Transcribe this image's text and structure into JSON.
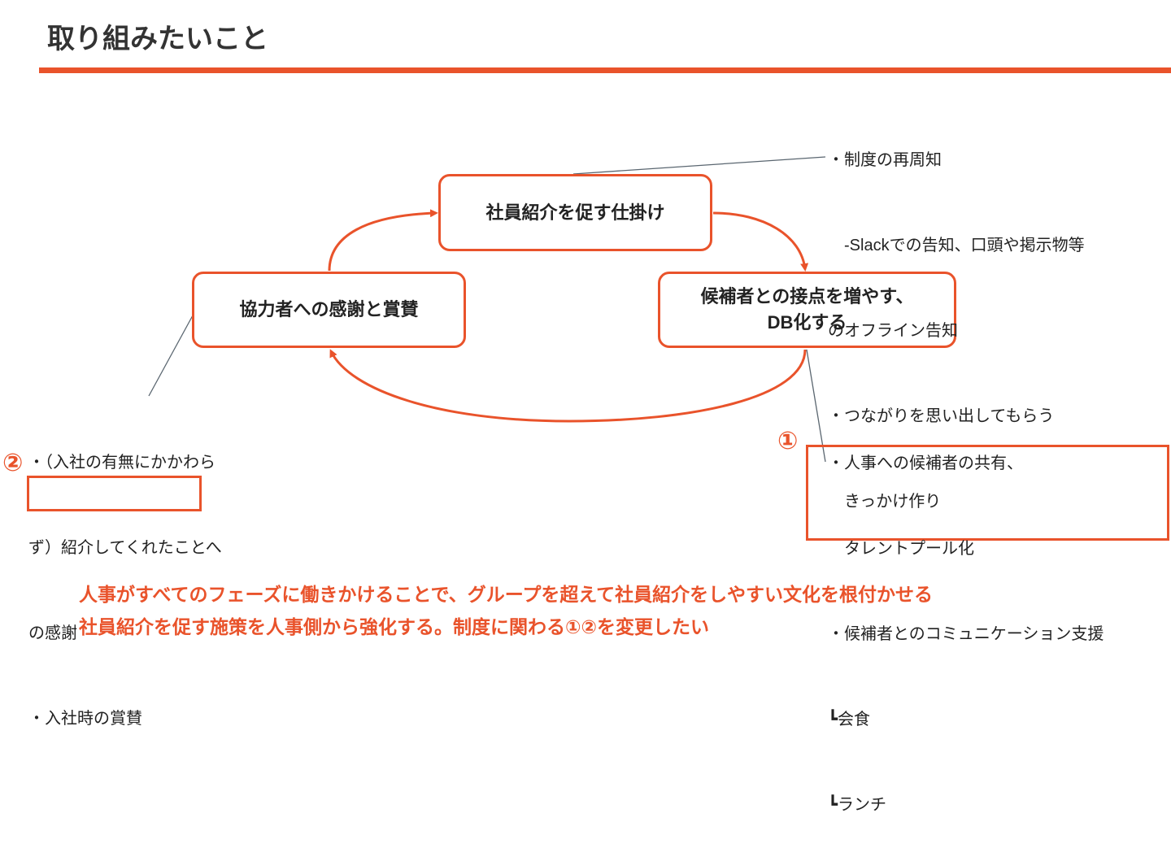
{
  "title": "取り組みたいこと",
  "accent_color": "#e9532b",
  "cycle": {
    "top": "社員紹介を促す仕掛け",
    "right_line1": "候補者との接点を増やす、",
    "right_line2": "DB化する",
    "left": "協力者への感謝と賞賛"
  },
  "notes": {
    "top_right": [
      "・制度の再周知",
      "　-Slackでの告知、口頭や掲示物等",
      "のオフライン告知",
      "・つながりを思い出してもらう",
      "　きっかけ作り"
    ],
    "bottom_right": [
      "・人事への候補者の共有、",
      "　タレントプール化",
      "・候補者とのコミュニケーション支援",
      "┗会食",
      "┗ランチ"
    ],
    "bottom_left": [
      "・（入社の有無にかかわら",
      "ず）紹介してくれたことへ",
      "の感謝",
      "・入社時の賞賛"
    ]
  },
  "markers": {
    "one": "①",
    "two": "②"
  },
  "summary": {
    "line1": "人事がすべてのフェーズに働きかけることで、グループを超えて社員紹介をしやすい文化を根付かせる",
    "line2": "社員紹介を促す施策を人事側から強化する。制度に関わる①②を変更したい"
  }
}
